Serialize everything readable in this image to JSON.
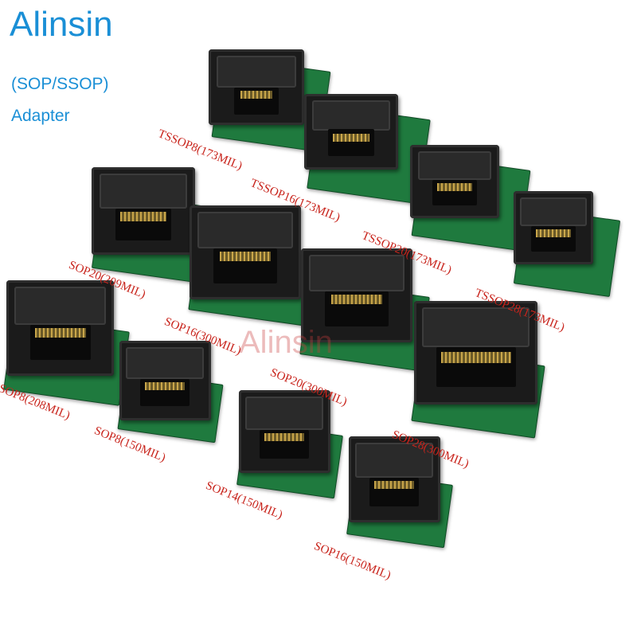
{
  "header": {
    "brand": "Alinsin",
    "line1": "(SOP/SSOP)",
    "line2": "Adapter"
  },
  "watermark": "Alinsin",
  "labels": {
    "tssop8": "TSSOP8(173MIL)",
    "tssop16": "TSSOP16(173MIL)",
    "tssop20": "TSSOP20(173MIL)",
    "tssop28": "TSSOP28(173MIL)",
    "sop20_209": "SOP20(209MIL)",
    "sop16_300": "SOP16(300MIL)",
    "sop20_300": "SOP20(300MIL)",
    "sop28_300": "SOP28(300MIL)",
    "sop8_208": "SOP8(208MIL)",
    "sop8_150": "SOP8(150MIL)",
    "sop14_150": "SOP14(150MIL)",
    "sop16_150": "SOP16(150MIL)"
  },
  "colors": {
    "brand": "#1a8fd6",
    "label": "#c8241c",
    "pcb": "#1f7a3e",
    "socket": "#1b1b1b",
    "pins": "#c9a64a"
  }
}
